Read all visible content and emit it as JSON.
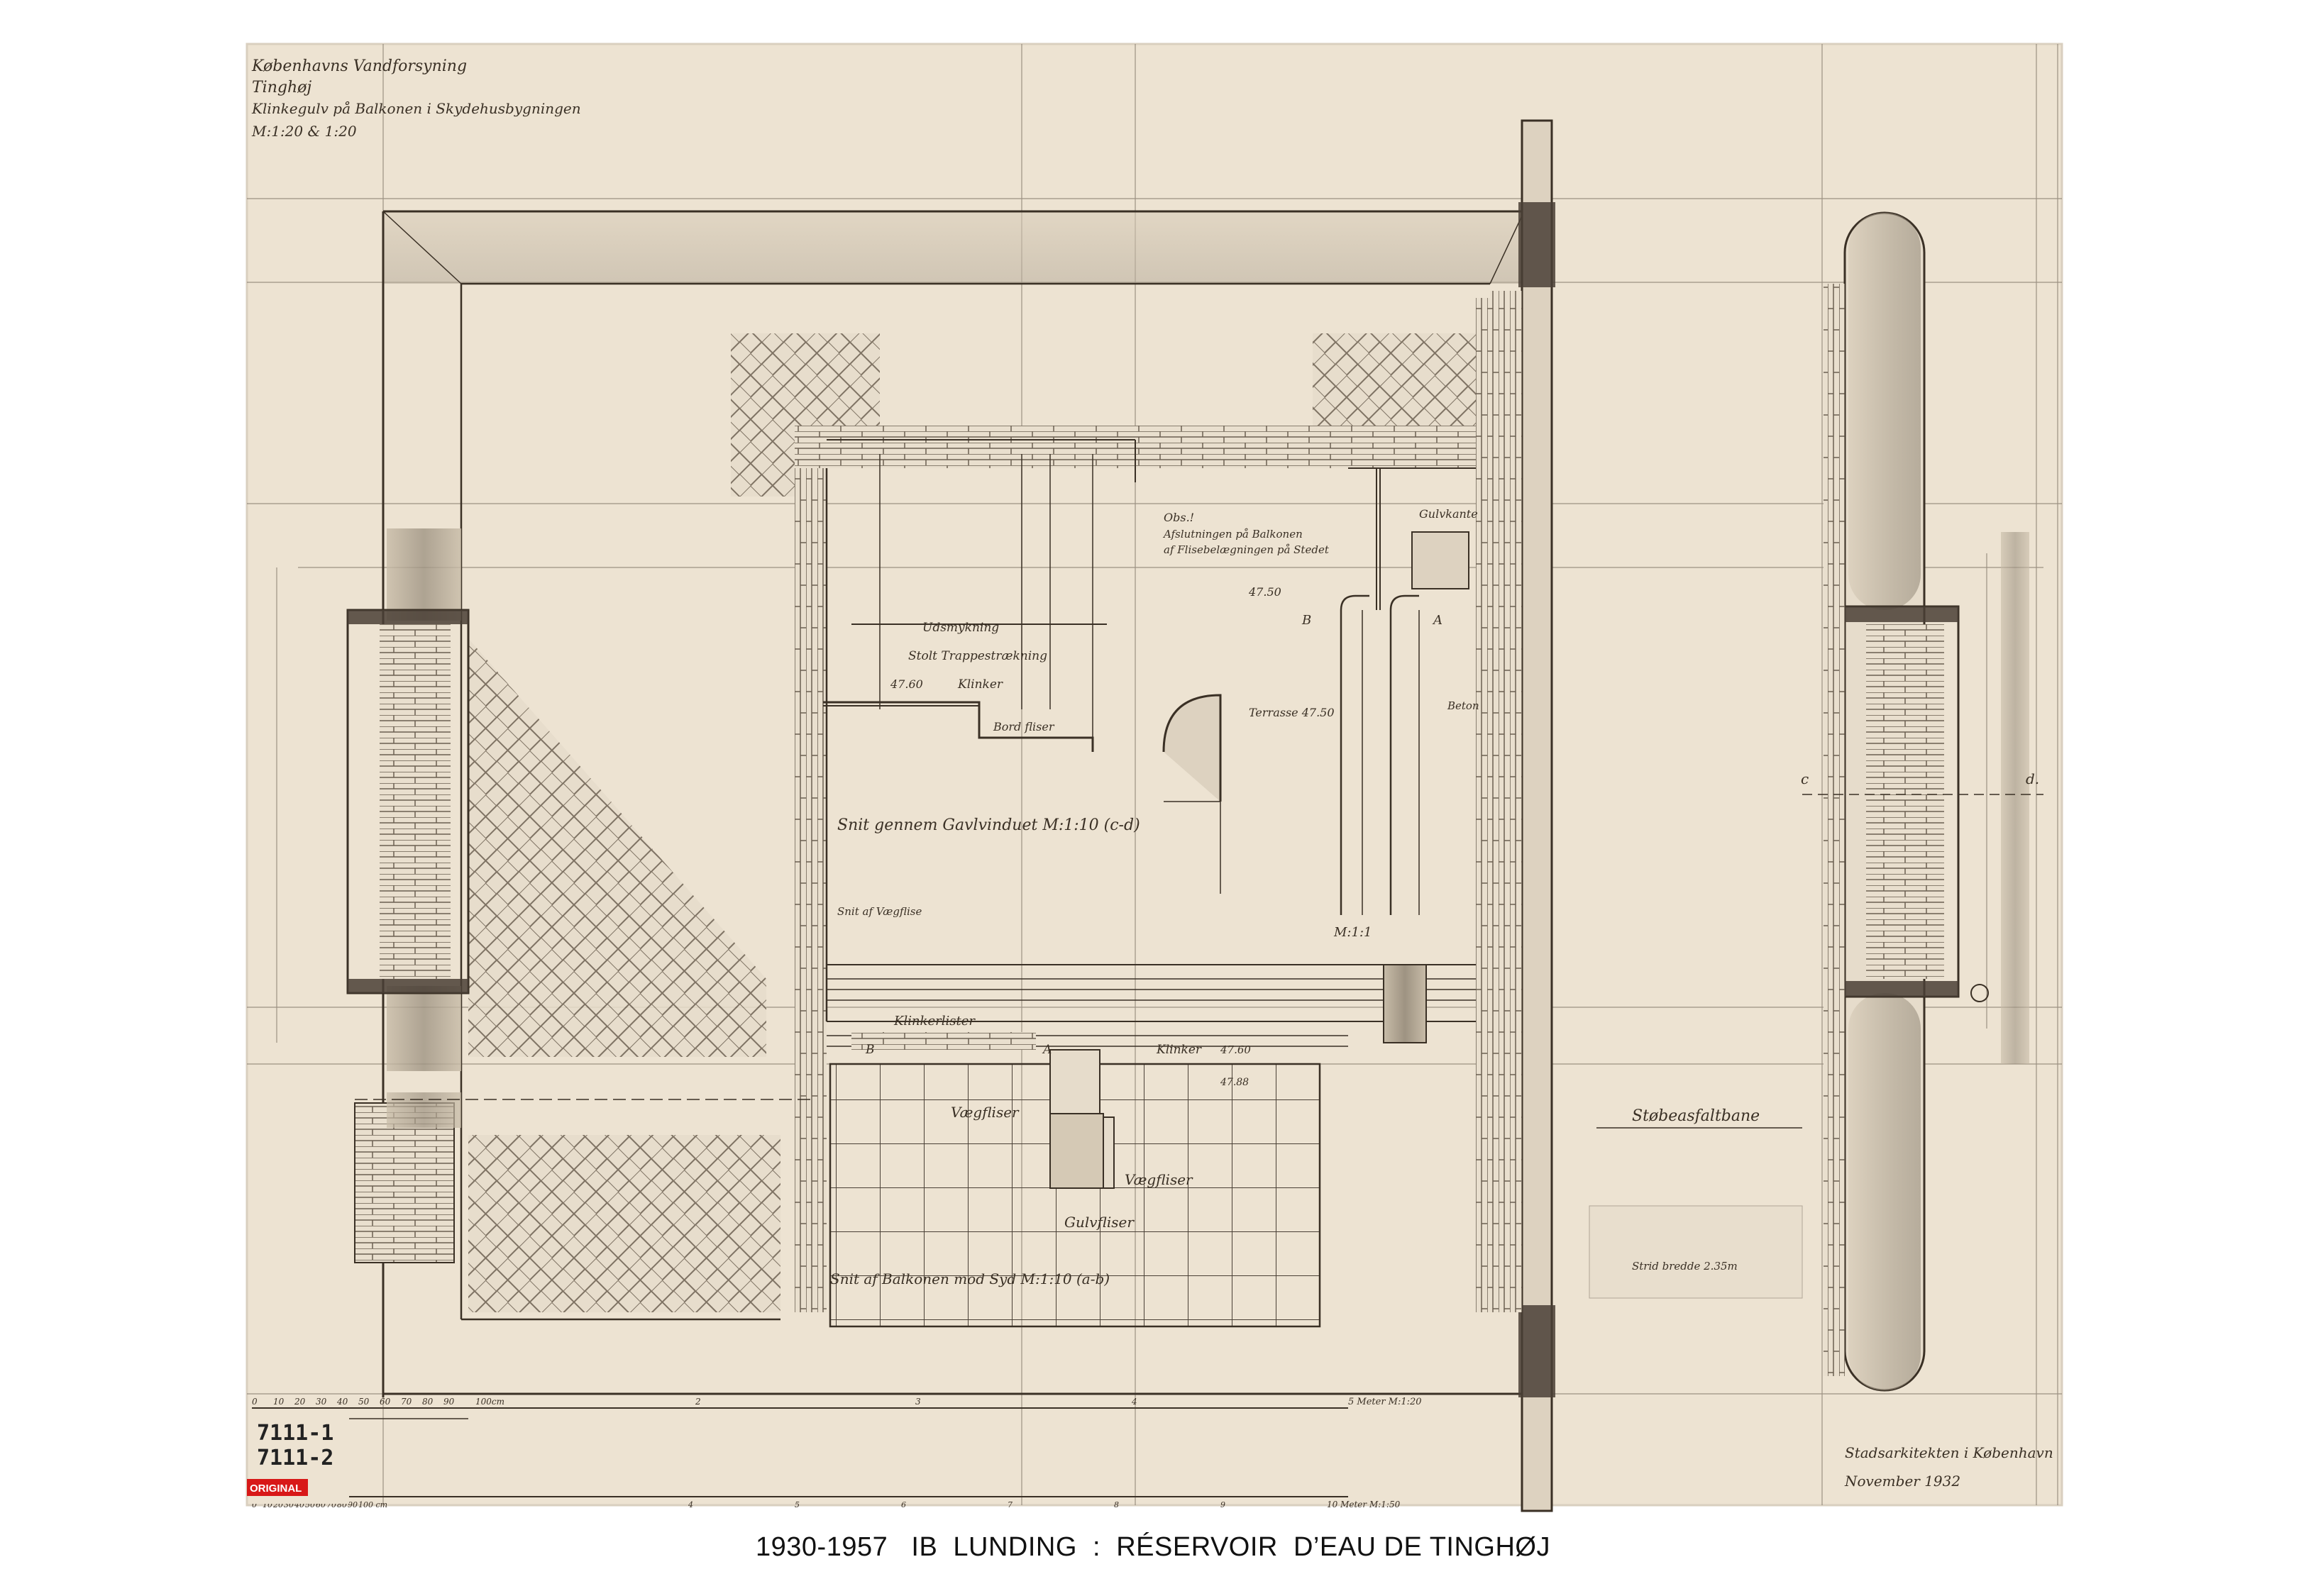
{
  "caption": "1930-1957   IB  LUNDING  :  RÉSERVOIR  D’EAU DE TINGHØJ",
  "drawing": {
    "title_block": {
      "line1": "Københavns Vandforsyning",
      "line2": "Tinghøj",
      "line3": "Klinkegulv på Balkonen i Skydehusbygningen",
      "line4": "M:1:20 & 1:20"
    },
    "stamp": {
      "code1": "7111-1",
      "code2": "7111-2",
      "badge": "ORIGINAL"
    },
    "signature": {
      "line1": "Stadsarkitekten i København",
      "line2": "November 1932"
    },
    "labels": {
      "note_obs": "Obs.!",
      "note_line2": "Afslutningen på Balkonen",
      "note_line3": "af Flisebelægningen på Stedet",
      "gulvkant": "Gulvkante",
      "udsmykning": "Udsmykning",
      "stolt_trappe": "Stolt Trappestrækning",
      "klinker": "Klinker",
      "level_4760": "47.60",
      "level_4750": "47.50",
      "level_4760b": "47.60",
      "level_4788": "47.88",
      "terrace": "Terrasse 47.50",
      "bord_fliser": "Bord fliser",
      "section_cd": "Snit gennem Gavlvinduet M:1:10 (c-d)",
      "snit_vaegflise": "Snit af Vægflise",
      "mi": "M:1:1",
      "klinkerlister": "Klinkerlister",
      "klinker2": "Klinker",
      "vaegfliser": "Vægfliser",
      "vaegfliser2": "Vægfliser",
      "gulvfliser": "Gulvfliser",
      "section_ab": "Snit af Balkonen mod Syd M:1:10 (a-b)",
      "stobeasfalt": "Støbeasfaltbane",
      "strid": "Strid bredde 2.35m",
      "mark_a": "A",
      "mark_b": "B",
      "mark_a2": "A",
      "mark_b2": "B",
      "mark_c": "c",
      "mark_d": "d.",
      "beton": "Beton"
    },
    "scale_bars": {
      "top_ticks": [
        "0",
        "10",
        "20",
        "30",
        "40",
        "50",
        "60",
        "70",
        "80",
        "90",
        "100cm",
        "2",
        "3",
        "4"
      ],
      "top_end": "5 Meter M:1:20",
      "bottom_end": "10 Meter M:1:50",
      "bottom_ticks": [
        "0",
        "10",
        "20",
        "30",
        "40",
        "50",
        "60",
        "70",
        "80",
        "90",
        "100 cm",
        "4",
        "5",
        "6",
        "7",
        "8",
        "9"
      ]
    }
  },
  "colors": {
    "paper": "#ede3d2",
    "ink": "#4a4036",
    "shade": "#b8ad9c",
    "stamp_red": "#d81818"
  }
}
